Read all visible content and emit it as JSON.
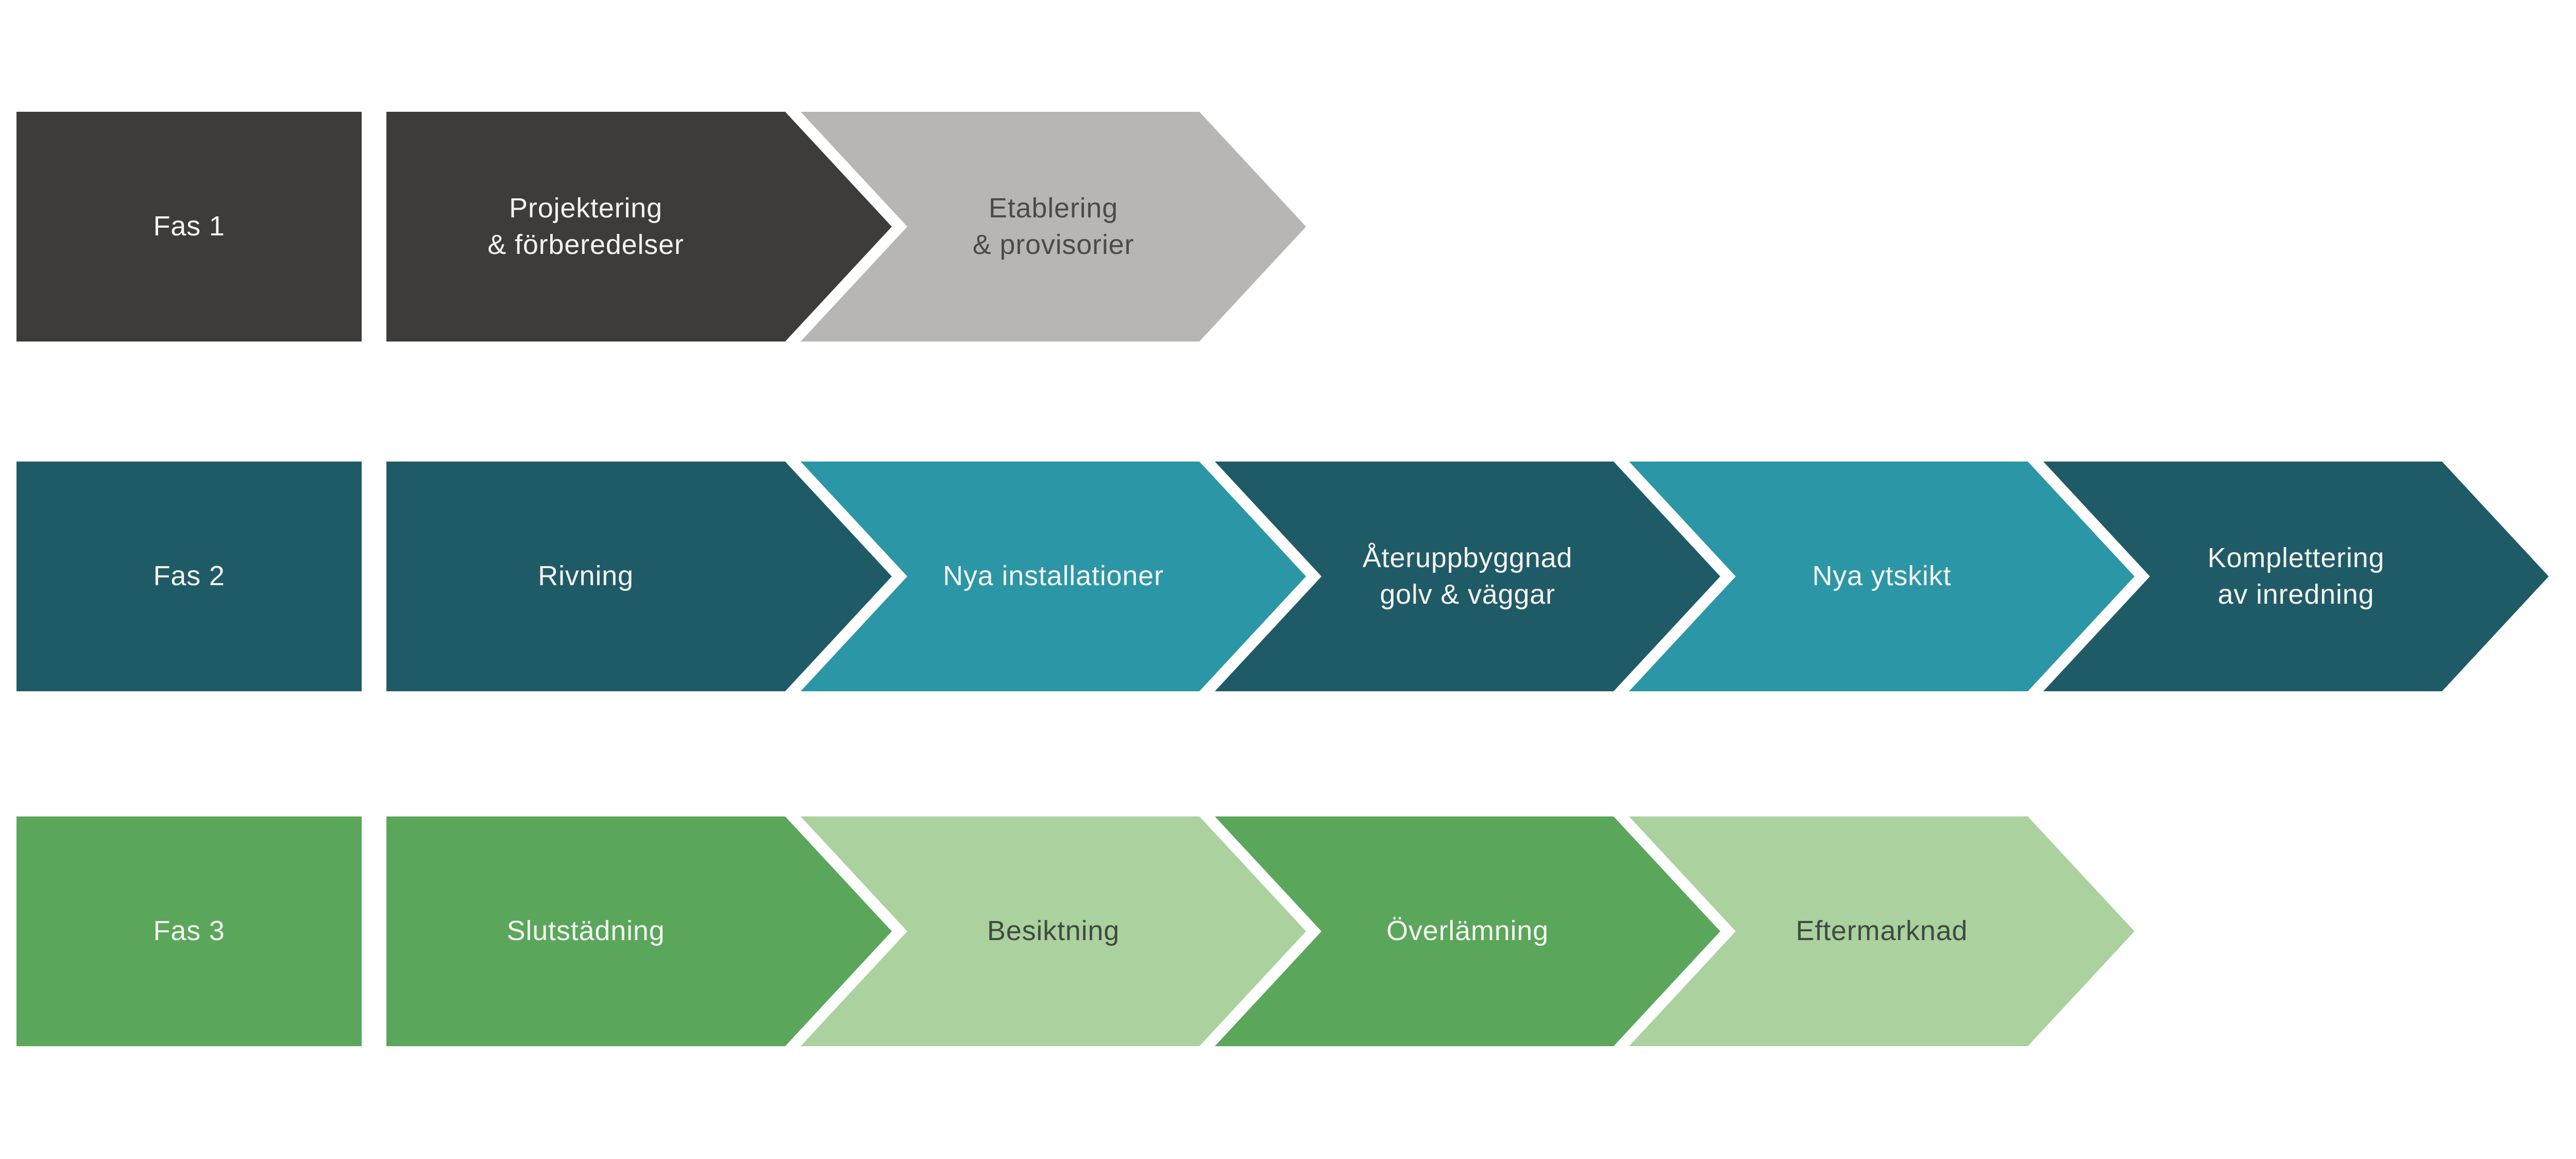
{
  "diagram": {
    "background": "#ffffff",
    "rows": [
      {
        "phase": {
          "label": "Fas 1",
          "bg": "#3d3c3a",
          "fg": "#f4f3f1"
        },
        "steps": [
          {
            "label": "Projektering\n& förberedelser",
            "bg": "#3d3c3a",
            "fg": "#f4f3f1"
          },
          {
            "label": "Etablering\n& provisorier",
            "bg": "#b7b6b4",
            "fg": "#4b4b49"
          }
        ]
      },
      {
        "phase": {
          "label": "Fas 2",
          "bg": "#1f5b66",
          "fg": "#f4f3f1"
        },
        "steps": [
          {
            "label": "Rivning",
            "bg": "#1f5b66",
            "fg": "#f4f3f1"
          },
          {
            "label": "Nya installationer",
            "bg": "#2b96a6",
            "fg": "#f4f3f1"
          },
          {
            "label": "Återuppbyggnad\ngolv & väggar",
            "bg": "#1f5b66",
            "fg": "#f4f3f1"
          },
          {
            "label": "Nya ytskikt",
            "bg": "#2b96a6",
            "fg": "#f4f3f1"
          },
          {
            "label": "Komplettering\nav inredning",
            "bg": "#1f5b66",
            "fg": "#f4f3f1"
          }
        ]
      },
      {
        "phase": {
          "label": "Fas 3",
          "bg": "#5aa65b",
          "fg": "#f4f3f1"
        },
        "steps": [
          {
            "label": "Slutstädning",
            "bg": "#5aa65b",
            "fg": "#f4f3f1"
          },
          {
            "label": "Besiktning",
            "bg": "#abd19e",
            "fg": "#3f4b41"
          },
          {
            "label": "Överlämning",
            "bg": "#5aa65b",
            "fg": "#f4f3f1"
          },
          {
            "label": "Eftermarknad",
            "bg": "#abd19e",
            "fg": "#3f4b41"
          }
        ]
      }
    ]
  }
}
